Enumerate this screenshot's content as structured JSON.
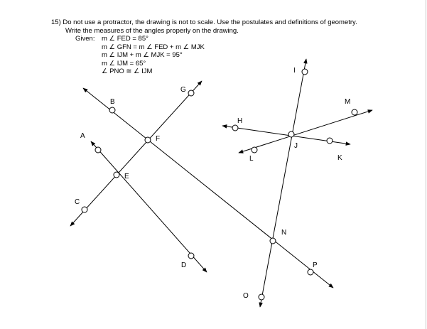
{
  "problem": {
    "number": "15)",
    "instruction_line1": "Do not use a protractor, the drawing is not to scale.  Use the postulates and definitions of geometry.",
    "instruction_line2": "Write the measures of the angles properly on the drawing."
  },
  "given": {
    "label": "Given:",
    "statements": [
      "m ∠ FED = 85°",
      "m ∠ GFN = m ∠ FED + m ∠ MJK",
      "m ∠ IJM + m ∠ MJK = 95°",
      "m ∠ IJM = 65°",
      "∠ PNO ≅ ∠ IJM"
    ]
  },
  "diagram": {
    "points": {
      "A": "A",
      "B": "B",
      "C": "C",
      "D": "D",
      "E": "E",
      "F": "F",
      "G": "G",
      "H": "H",
      "I": "I",
      "J": "J",
      "K": "K",
      "L": "L",
      "M": "M",
      "N": "N",
      "O": "O",
      "P": "P"
    }
  }
}
